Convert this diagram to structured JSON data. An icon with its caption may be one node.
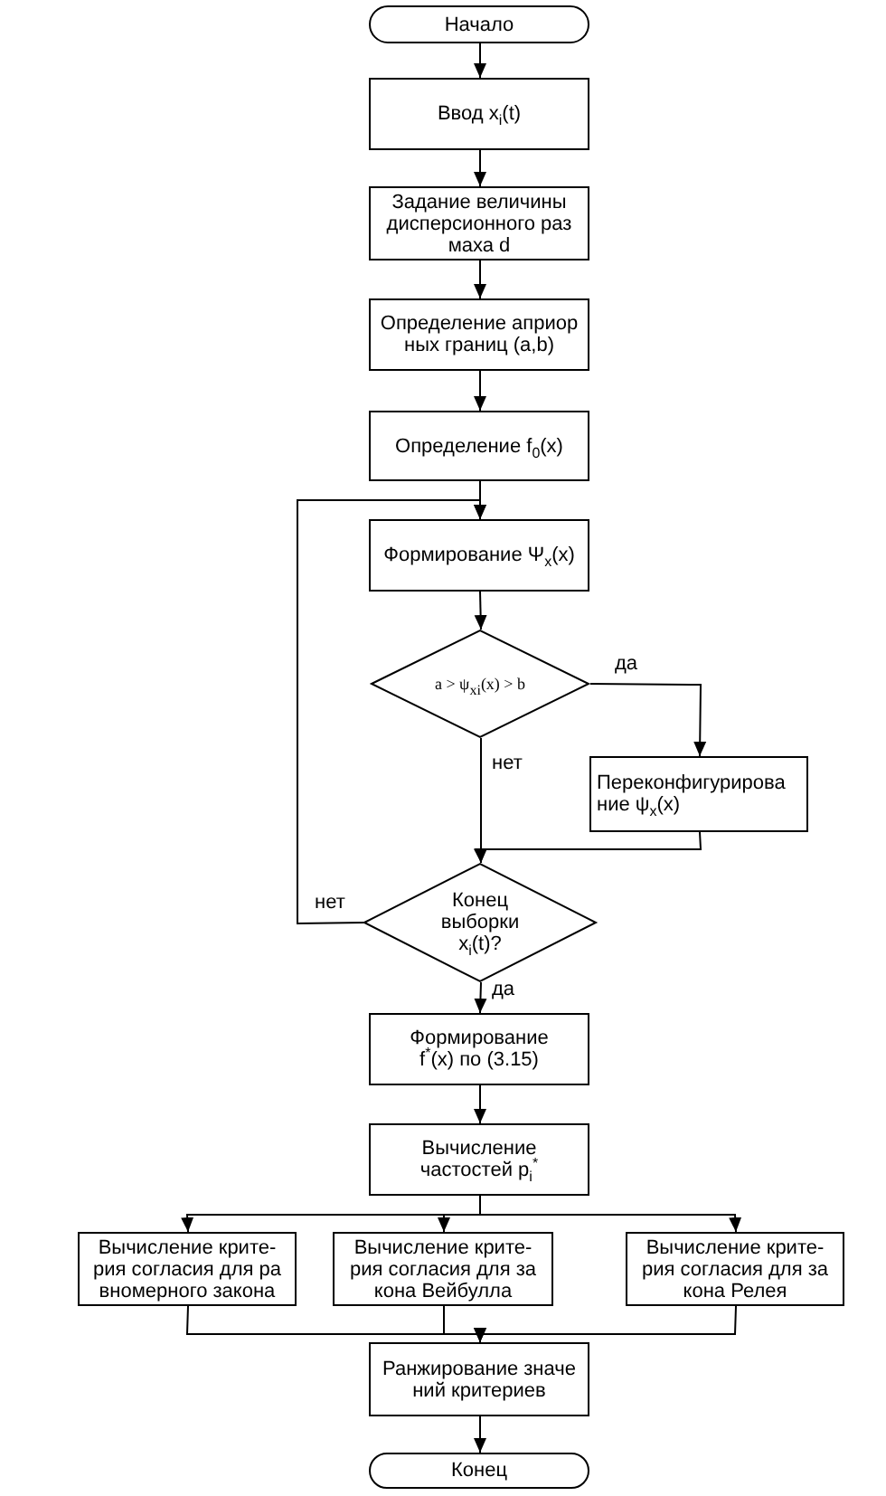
{
  "diagram": {
    "nodes": [
      {
        "text": [
          "Начало"
        ]
      },
      {
        "text": [
          "Ввод x$_{i}$(t)"
        ]
      },
      {
        "text": [
          "Задание величины дисперсионного раз маха d"
        ]
      },
      {
        "text": [
          "Определение априор ных границ (a,b)"
        ]
      },
      {
        "text": [
          "Определение f$_{0}$(x)"
        ]
      },
      {
        "text": [
          "Формирование Ψ$_{x}$(x)"
        ]
      },
      {
        "text": [
          "a > ψ$_{xi}$(x) > b"
        ]
      },
      {
        "text": [
          "Переконфигурирова ние ψ$_{x}$(x)"
        ]
      },
      {
        "text": [
          "Конец выборки x$_{i}$(t)?"
        ]
      },
      {
        "text": [
          "Формирование f$^{*}$(x) по (3.15)"
        ]
      },
      {
        "text": [
          "Вычисление частостей p$_{i}$$^{*}$"
        ]
      },
      {
        "text": [
          "Вычисление крите- рия согласия для ра вномерного закона"
        ]
      },
      {
        "text": [
          "Вычисление крите- рия согласия для за кона Вейбулла"
        ]
      },
      {
        "text": [
          "Вычисление крите- рия согласия для за кона Релея"
        ]
      },
      {
        "text": [
          "Ранжирование значе ний критериев"
        ]
      },
      {
        "text": [
          "Конец"
        ]
      }
    ],
    "edges": [
      {
        "from": 0,
        "to": 1,
        "arrow": "to"
      },
      {
        "from": 1,
        "to": 2,
        "arrow": "to"
      },
      {
        "from": 2,
        "to": 3,
        "arrow": "to"
      },
      {
        "from": 3,
        "to": 4,
        "arrow": "to"
      },
      {
        "from": 4,
        "to": 5,
        "arrow": "to"
      },
      {
        "from": 5,
        "to": 6,
        "arrow": "to"
      },
      {
        "from": 6,
        "to": 7,
        "arrow": "to",
        "label": "да"
      },
      {
        "from": 6,
        "to": 8,
        "arrow": "to",
        "label": "нет"
      },
      {
        "from": 7,
        "to": 8,
        "arrow": "to"
      },
      {
        "from": 8,
        "to": 5,
        "arrow": "to",
        "label": "нет"
      },
      {
        "from": 8,
        "to": 9,
        "arrow": "to",
        "label": "да"
      },
      {
        "from": 9,
        "to": 10,
        "arrow": "to"
      },
      {
        "from": 10,
        "to": 11,
        "arrow": "to"
      },
      {
        "from": 10,
        "to": 12,
        "arrow": "to"
      },
      {
        "from": 10,
        "to": 13,
        "arrow": "to"
      },
      {
        "from": 11,
        "to": 14,
        "arrow": "to"
      },
      {
        "from": 12,
        "to": 14,
        "arrow": "to"
      },
      {
        "from": 13,
        "to": 14,
        "arrow": "to"
      },
      {
        "from": 14,
        "to": 15,
        "arrow": "to"
      }
    ]
  }
}
